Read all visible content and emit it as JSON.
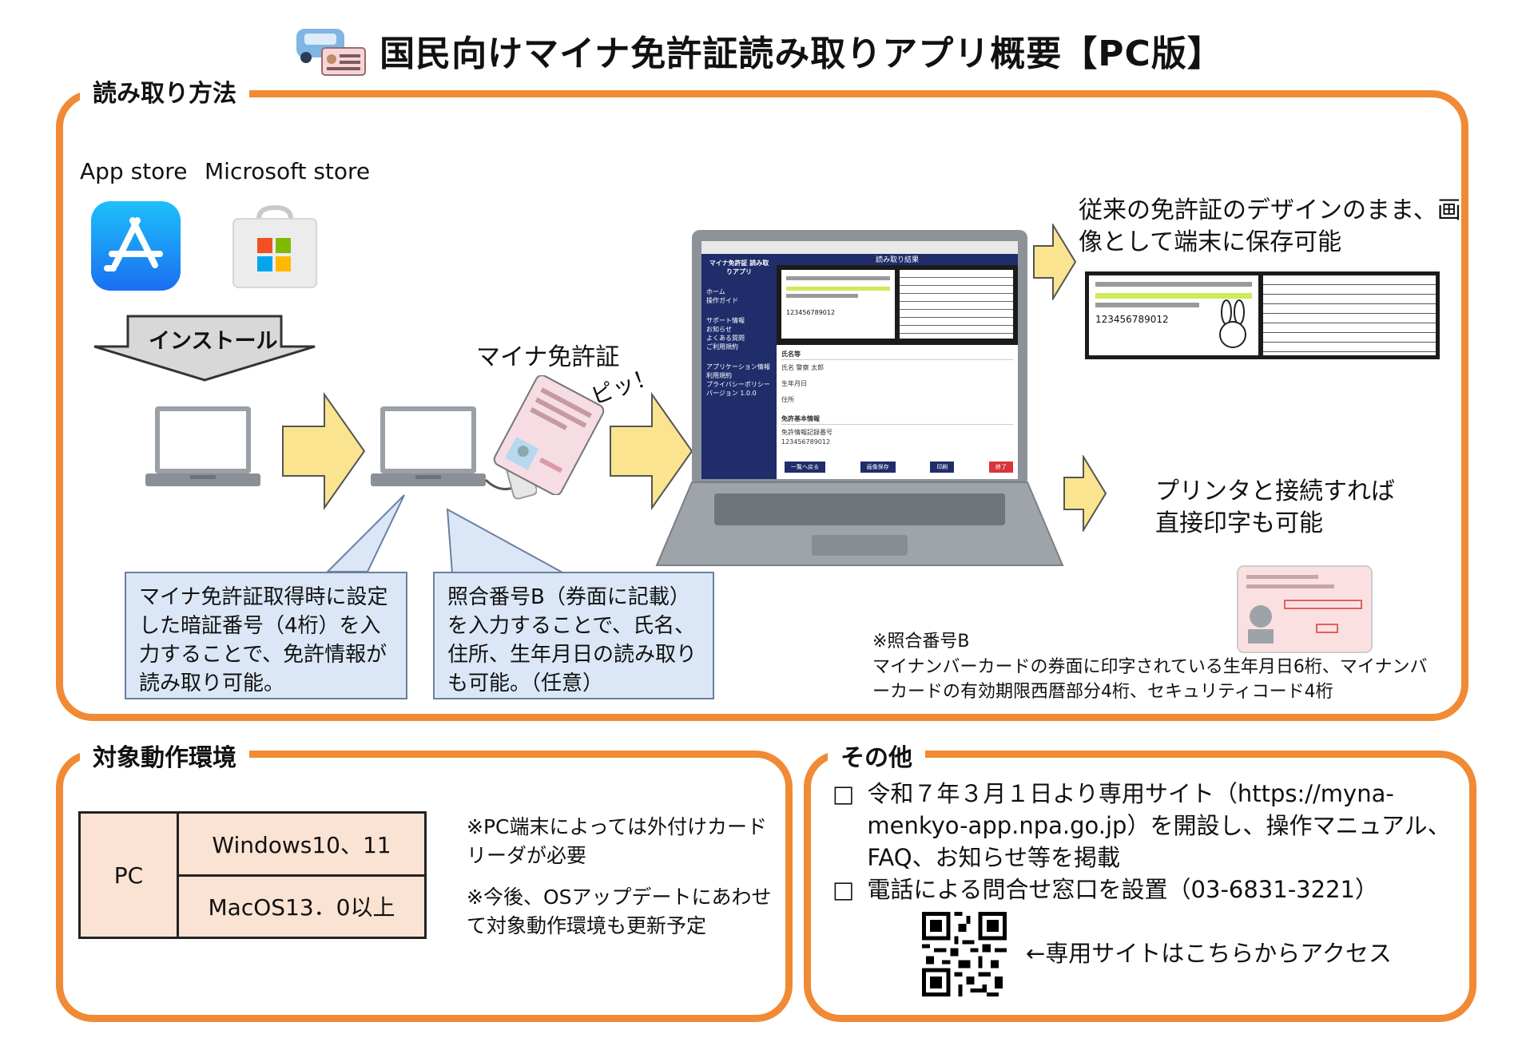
{
  "title": "国民向けマイナ免許証読み取りアプリ概要【PC版】",
  "reading": {
    "heading": "読み取り方法",
    "stores": [
      "App store",
      "Microsoft store"
    ],
    "install_label": "インストール",
    "card_label": "マイナ免許証",
    "beep": "ピッ！",
    "callout_pin": "マイナ免許証取得時に設定した暗証番号（4桁）を入力することで、免許情報が読み取り可能。",
    "callout_code": "照合番号B（券面に記載）を入力することで、氏名、住所、生年月日の読み取りも可能。（任意）",
    "save_text": "従来の免許証のデザインのまま、画像として端末に保存可能",
    "print_text": "プリンタと接続すれば直接印字も可能",
    "note_title": "※照合番号B",
    "note_body": "マイナンバーカードの券面に印字されている生年月日6桁、マイナンバーカードの有効期限西暦部分4桁、セキュリティコード4桁",
    "app_screen": {
      "app_name": "マイナ免許証 読み取りアプリ",
      "result_title": "読み取り結果",
      "sidebar": [
        "ホーム",
        "操作ガイド",
        "サポート情報",
        "お知らせ",
        "よくある質問",
        "ご利用規約",
        "アプリケーション情報",
        "利用規約",
        "プライバシーポリシー",
        "バージョン 1.0.0"
      ],
      "sections": [
        "氏名等",
        "免許基本情報"
      ],
      "fields": [
        "氏名 警察 太郎",
        "生年月日",
        "住所",
        "免許情報記録番号"
      ],
      "license_no": "123456789012",
      "buttons": [
        "一覧へ戻る",
        "画像保存",
        "印刷",
        "終了"
      ]
    }
  },
  "environment": {
    "heading": "対象動作環境",
    "device": "PC",
    "os": [
      "Windows10、11",
      "MacOS13．0以上"
    ],
    "notes": [
      "※PC端末によっては外付けカードリーダが必要",
      "※今後、OSアップデートにあわせて対象動作環境も更新予定"
    ]
  },
  "other": {
    "heading": "その他",
    "items": [
      "令和７年３月１日より専用サイト（https://myna-menkyo-app.npa.go.jp）を開設し、操作マニュアル、FAQ、お知らせ等を掲載",
      "電話による問合せ窓口を設置（03-6831-3221）"
    ],
    "qr_caption": "←専用サイトはこちらからアクセス"
  },
  "colors": {
    "accent": "#f08a35",
    "callout": "#dbe7f6",
    "table": "#fbe3d4",
    "arrow": "#fbe48f",
    "app_navy": "#1f2d6b"
  }
}
